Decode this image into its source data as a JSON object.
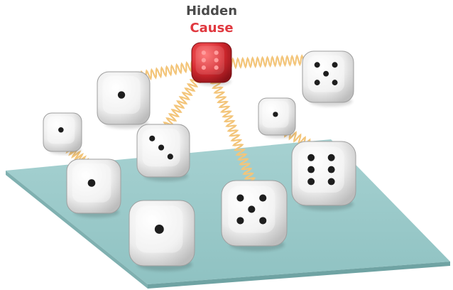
{
  "title": {
    "line1": "Hidden",
    "line2": "Cause"
  },
  "colors": {
    "line1_text": "#4a4a4a",
    "line2_text": "#e0383f",
    "cause_die": "#d62a30",
    "plane_top": "#9ccaca",
    "plane_edge": "#7fb3b3",
    "spring": "#f3c57a",
    "die_face": "#f2f2f2",
    "pip": "#1e1e1e"
  },
  "scene": {
    "cause_die": {
      "name": "red-hidden-cause-die",
      "pips": 6
    },
    "dice": [
      {
        "name": "floating-die-upper-left",
        "pips": 1
      },
      {
        "name": "floating-die-small-left",
        "pips": 1
      },
      {
        "name": "floating-die-center",
        "pips": 3
      },
      {
        "name": "floating-die-right-top",
        "pips": 5
      },
      {
        "name": "floating-die-small-right",
        "pips": 1
      },
      {
        "name": "die-right-on-plane",
        "pips": 6
      },
      {
        "name": "die-left-on-plane",
        "pips": 1
      },
      {
        "name": "die-front-left",
        "pips": 1
      },
      {
        "name": "die-front-center",
        "pips": 5
      }
    ]
  }
}
